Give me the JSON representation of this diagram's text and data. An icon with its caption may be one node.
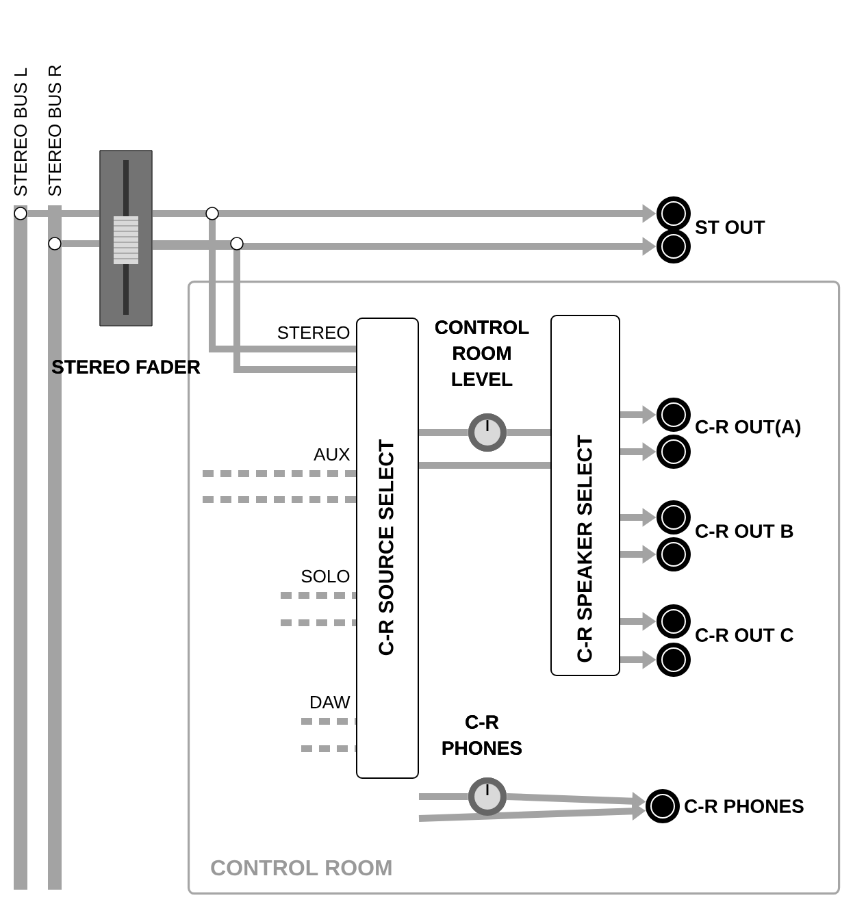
{
  "diagram": {
    "nodes": [
      {
        "text": [
          "STEREO BUS L"
        ]
      },
      {
        "text": [
          "STEREO BUS R"
        ]
      },
      {
        "text": [
          "STEREO FADER"
        ]
      },
      {
        "text": [],
        "shape": "circle",
        "beside": [
          "ST OUT"
        ]
      },
      {
        "text": [],
        "shape": "circle"
      },
      {
        "text": [
          "CONTROL ROOM"
        ]
      },
      {
        "text": [
          "C-R SOURCE SELECT"
        ],
        "in": 5
      },
      {
        "text": [
          "CONTROL ROOM LEVEL"
        ],
        "in": 5
      },
      {
        "text": [
          "C-R SPEAKER SELECT"
        ],
        "in": 5
      },
      {
        "text": [],
        "shape": "circle",
        "in": 5,
        "beside": [
          "C-R OUT(A)"
        ]
      },
      {
        "text": [],
        "shape": "circle",
        "in": 5
      },
      {
        "text": [],
        "shape": "circle",
        "in": 5,
        "beside": [
          "C-R OUT B"
        ]
      },
      {
        "text": [],
        "shape": "circle",
        "in": 5
      },
      {
        "text": [],
        "shape": "circle",
        "in": 5,
        "beside": [
          "C-R OUT C"
        ]
      },
      {
        "text": [],
        "shape": "circle",
        "in": 5
      },
      {
        "text": [
          "C-R PHONES"
        ],
        "in": 5
      },
      {
        "text": [],
        "shape": "circle",
        "in": 5,
        "beside": [
          "C-R PHONES"
        ]
      }
    ],
    "edges": [
      {
        "from": 0,
        "to": 2,
        "arrow": "none"
      },
      {
        "from": 1,
        "to": 2,
        "arrow": "none"
      },
      {
        "from": 2,
        "to": 3,
        "arrow": "to"
      },
      {
        "from": 2,
        "to": 4,
        "arrow": "to"
      },
      {
        "from": 2,
        "to": 6,
        "arrow": "none",
        "label": "STEREO"
      },
      {
        "from": 2,
        "to": 6,
        "arrow": "none"
      },
      {
        "from": null,
        "to": 6,
        "arrow": "none",
        "style": "dashed",
        "label": "AUX"
      },
      {
        "from": null,
        "to": 6,
        "arrow": "none",
        "style": "dashed"
      },
      {
        "from": null,
        "to": 6,
        "arrow": "none",
        "style": "dashed",
        "label": "SOLO"
      },
      {
        "from": null,
        "to": 6,
        "arrow": "none",
        "style": "dashed"
      },
      {
        "from": null,
        "to": 6,
        "arrow": "none",
        "style": "dashed",
        "label": "DAW"
      },
      {
        "from": null,
        "to": 6,
        "arrow": "none",
        "style": "dashed"
      },
      {
        "from": 6,
        "to": 7,
        "arrow": "none"
      },
      {
        "from": 7,
        "to": 8,
        "arrow": "none"
      },
      {
        "from": 6,
        "to": 8,
        "arrow": "none"
      },
      {
        "from": 8,
        "to": 9,
        "arrow": "to"
      },
      {
        "from": 8,
        "to": 10,
        "arrow": "to"
      },
      {
        "from": 8,
        "to": 11,
        "arrow": "to"
      },
      {
        "from": 8,
        "to": 12,
        "arrow": "to"
      },
      {
        "from": 8,
        "to": 13,
        "arrow": "to"
      },
      {
        "from": 8,
        "to": 14,
        "arrow": "to"
      },
      {
        "from": 6,
        "to": 15,
        "arrow": "none"
      },
      {
        "from": 15,
        "to": 16,
        "arrow": "to"
      },
      {
        "from": 6,
        "to": 16,
        "arrow": "to"
      }
    ]
  }
}
